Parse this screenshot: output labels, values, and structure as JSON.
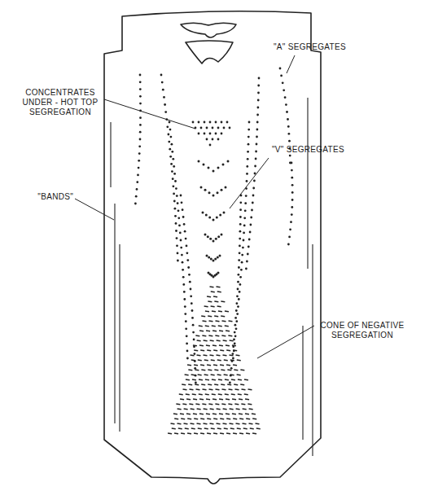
{
  "diagram": {
    "labels": [
      "\"A\" SEGREGATES",
      "CONCENTRATES UNDER - HOT TOP SEGREGATION",
      "\"V\" SEGREGATES",
      "\"BANDS\"",
      "CONE OF NEGATIVE SEGREGATION"
    ]
  }
}
